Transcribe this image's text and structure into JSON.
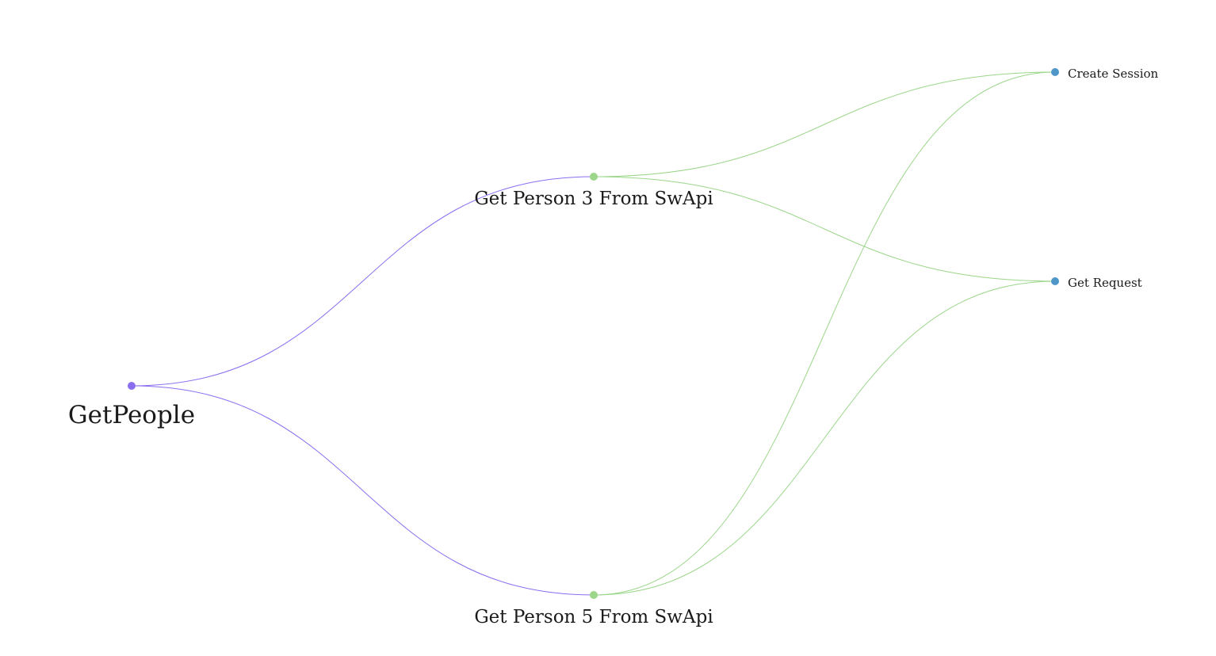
{
  "graph": {
    "colors": {
      "root": "#8b6ef0",
      "middle": "#9bd68a",
      "leaf": "#4f97c9"
    },
    "nodes": [
      {
        "id": "getpeople",
        "label": "GetPeople",
        "level": "root"
      },
      {
        "id": "person3",
        "label": "Get Person 3 From SwApi",
        "level": "middle"
      },
      {
        "id": "person5",
        "label": "Get Person 5 From SwApi",
        "level": "middle"
      },
      {
        "id": "create-session",
        "label": "Create Session",
        "level": "leaf"
      },
      {
        "id": "get-request",
        "label": "Get Request",
        "level": "leaf"
      }
    ],
    "edges": [
      {
        "from": "getpeople",
        "to": "person3"
      },
      {
        "from": "getpeople",
        "to": "person5"
      },
      {
        "from": "person3",
        "to": "create-session"
      },
      {
        "from": "person3",
        "to": "get-request"
      },
      {
        "from": "person5",
        "to": "create-session"
      },
      {
        "from": "person5",
        "to": "get-request"
      }
    ]
  }
}
